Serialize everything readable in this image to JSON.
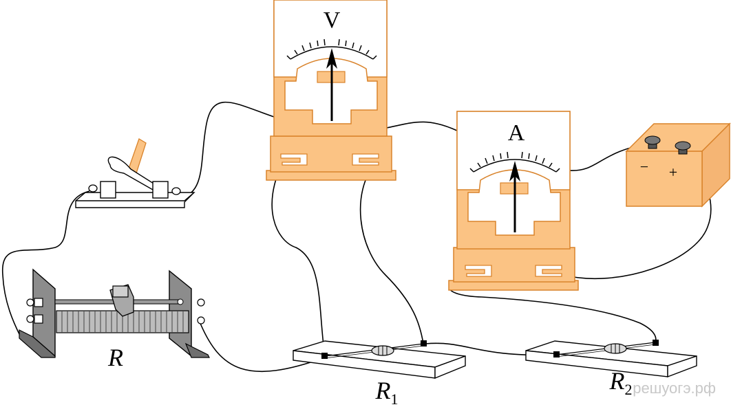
{
  "diagram": {
    "voltmeter": {
      "symbol": "V"
    },
    "ammeter": {
      "symbol": "A"
    },
    "battery": {
      "minus_sign": "−",
      "plus_sign": "+"
    },
    "rheostat": {
      "label": "R"
    },
    "resistor1": {
      "label": "R",
      "subscript": "1"
    },
    "resistor2": {
      "label": "R",
      "subscript": "2"
    },
    "watermark": "решуогэ.рф",
    "colors": {
      "meter_body": "#fbc384",
      "meter_outline": "#d9832b",
      "battery_body": "#fbc384",
      "stroke": "#000000",
      "rheostat_plate": "#8c8c8c",
      "board_fill": "#ffffff",
      "watermark": "#c8c8c8"
    }
  }
}
